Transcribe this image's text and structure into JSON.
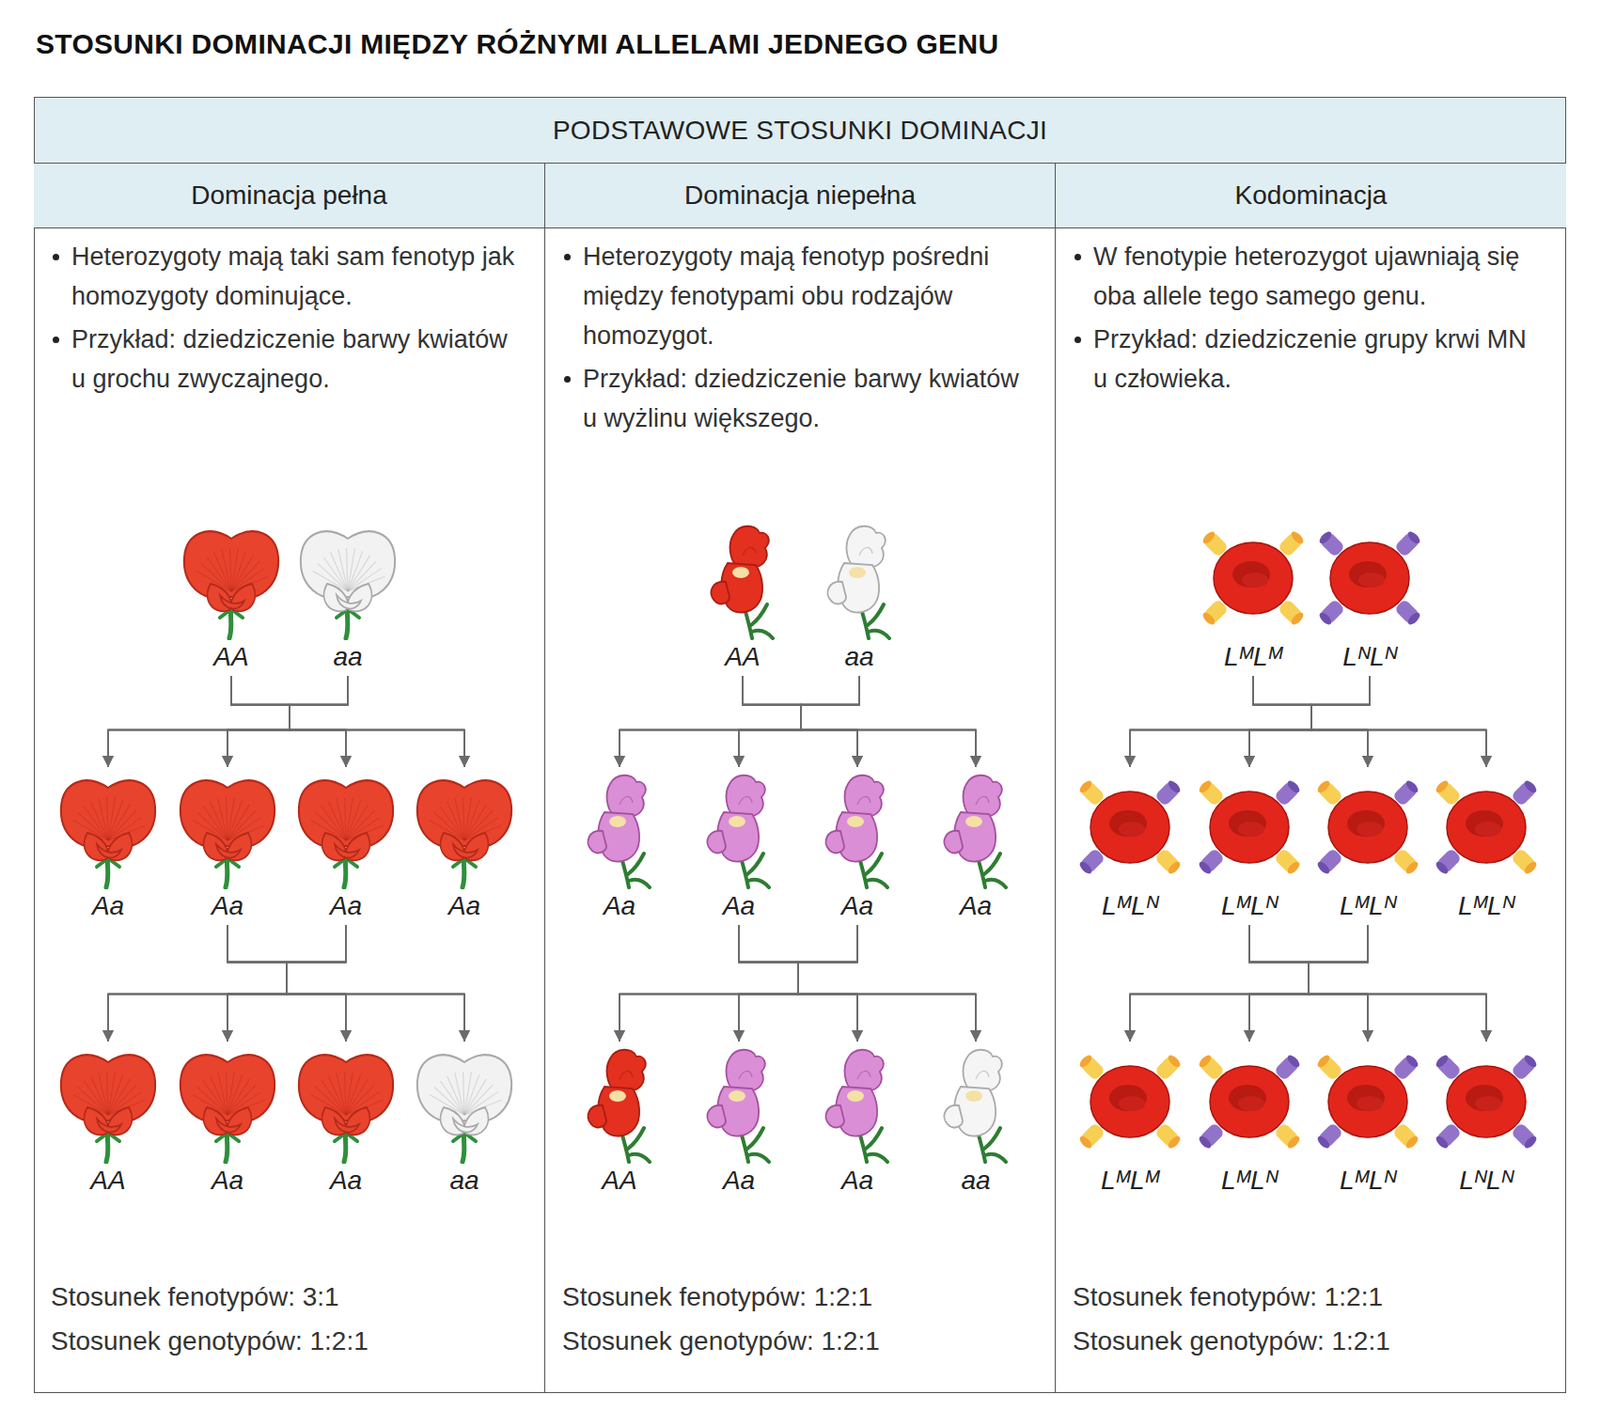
{
  "diagram": {
    "title": "STOSUNKI DOMINACJI MIĘDZY RÓŻNYMI ALLELAMI JEDNEGO GENU",
    "nodes": [
      {
        "text": [
          "PODSTAWOWE STOSUNKI DOMINACJI"
        ]
      },
      {
        "text": [
          "Dominacja pełna",
          "Heterozygoty mają taki sam fenotyp jak homozygoty dominujące.",
          "Przykład: dziedziczenie barwy kwiatów u grochu zwyczajnego.",
          "Stosunek fenotypów: 3:1",
          "Stosunek genotypów: 1:2:1"
        ]
      },
      {
        "text": [
          "Dominacja niepełna",
          "Heterozygoty mają fenotyp pośredni między fenotypami obu rodzajów homozygot.",
          "Przykład: dziedziczenie barwy kwiatów u wyżlinu większego.",
          "Stosunek fenotypów: 1:2:1",
          "Stosunek genotypów: 1:2:1"
        ]
      },
      {
        "text": [
          "Kodominacja",
          "W fenotypie heterozygot ujawniają się oba allele tego samego genu.",
          "Przykład: dziedziczenie grupy krwi MN u człowieka.",
          "Stosunek fenotypów: 1:2:1",
          "Stosunek genotypów: 1:2:1"
        ]
      },
      {
        "text": [
          "AA"
        ],
        "in": 1
      },
      {
        "text": [
          "aa"
        ],
        "in": 1
      },
      {
        "text": [
          "Aa"
        ],
        "in": 1
      },
      {
        "text": [
          "Aa"
        ],
        "in": 1
      },
      {
        "text": [
          "Aa"
        ],
        "in": 1
      },
      {
        "text": [
          "Aa"
        ],
        "in": 1
      },
      {
        "text": [
          "AA"
        ],
        "in": 1
      },
      {
        "text": [
          "Aa"
        ],
        "in": 1
      },
      {
        "text": [
          "Aa"
        ],
        "in": 1
      },
      {
        "text": [
          "aa"
        ],
        "in": 1
      },
      {
        "text": [
          "AA"
        ],
        "in": 2
      },
      {
        "text": [
          "aa"
        ],
        "in": 2
      },
      {
        "text": [
          "Aa"
        ],
        "in": 2
      },
      {
        "text": [
          "Aa"
        ],
        "in": 2
      },
      {
        "text": [
          "Aa"
        ],
        "in": 2
      },
      {
        "text": [
          "Aa"
        ],
        "in": 2
      },
      {
        "text": [
          "AA"
        ],
        "in": 2
      },
      {
        "text": [
          "Aa"
        ],
        "in": 2
      },
      {
        "text": [
          "Aa"
        ],
        "in": 2
      },
      {
        "text": [
          "aa"
        ],
        "in": 2
      },
      {
        "text": [
          "LᴹLᴹ"
        ],
        "in": 3
      },
      {
        "text": [
          "LᴺLᴺ"
        ],
        "in": 3
      },
      {
        "text": [
          "LᴹLᴺ"
        ],
        "in": 3
      },
      {
        "text": [
          "LᴹLᴺ"
        ],
        "in": 3
      },
      {
        "text": [
          "LᴹLᴺ"
        ],
        "in": 3
      },
      {
        "text": [
          "LᴹLᴺ"
        ],
        "in": 3
      },
      {
        "text": [
          "LᴹLᴹ"
        ],
        "in": 3
      },
      {
        "text": [
          "LᴹLᴺ"
        ],
        "in": 3
      },
      {
        "text": [
          "LᴹLᴺ"
        ],
        "in": 3
      },
      {
        "text": [
          "LᴺLᴺ"
        ],
        "in": 3
      }
    ],
    "edges": [
      {
        "from": 4,
        "to": 6,
        "arrow": "to"
      },
      {
        "from": 4,
        "to": 7,
        "arrow": "to"
      },
      {
        "from": 4,
        "to": 8,
        "arrow": "to"
      },
      {
        "from": 4,
        "to": 9,
        "arrow": "to"
      },
      {
        "from": 5,
        "to": 6,
        "arrow": "to"
      },
      {
        "from": 5,
        "to": 7,
        "arrow": "to"
      },
      {
        "from": 5,
        "to": 8,
        "arrow": "to"
      },
      {
        "from": 5,
        "to": 9,
        "arrow": "to"
      },
      {
        "from": 7,
        "to": 10,
        "arrow": "to"
      },
      {
        "from": 7,
        "to": 11,
        "arrow": "to"
      },
      {
        "from": 7,
        "to": 12,
        "arrow": "to"
      },
      {
        "from": 7,
        "to": 13,
        "arrow": "to"
      },
      {
        "from": 8,
        "to": 10,
        "arrow": "to"
      },
      {
        "from": 8,
        "to": 11,
        "arrow": "to"
      },
      {
        "from": 8,
        "to": 12,
        "arrow": "to"
      },
      {
        "from": 8,
        "to": 13,
        "arrow": "to"
      },
      {
        "from": 14,
        "to": 16,
        "arrow": "to"
      },
      {
        "from": 14,
        "to": 17,
        "arrow": "to"
      },
      {
        "from": 14,
        "to": 18,
        "arrow": "to"
      },
      {
        "from": 14,
        "to": 19,
        "arrow": "to"
      },
      {
        "from": 15,
        "to": 16,
        "arrow": "to"
      },
      {
        "from": 15,
        "to": 17,
        "arrow": "to"
      },
      {
        "from": 15,
        "to": 18,
        "arrow": "to"
      },
      {
        "from": 15,
        "to": 19,
        "arrow": "to"
      },
      {
        "from": 17,
        "to": 20,
        "arrow": "to"
      },
      {
        "from": 17,
        "to": 21,
        "arrow": "to"
      },
      {
        "from": 17,
        "to": 22,
        "arrow": "to"
      },
      {
        "from": 17,
        "to": 23,
        "arrow": "to"
      },
      {
        "from": 18,
        "to": 20,
        "arrow": "to"
      },
      {
        "from": 18,
        "to": 21,
        "arrow": "to"
      },
      {
        "from": 18,
        "to": 22,
        "arrow": "to"
      },
      {
        "from": 18,
        "to": 23,
        "arrow": "to"
      },
      {
        "from": 24,
        "to": 26,
        "arrow": "to"
      },
      {
        "from": 24,
        "to": 27,
        "arrow": "to"
      },
      {
        "from": 24,
        "to": 28,
        "arrow": "to"
      },
      {
        "from": 24,
        "to": 29,
        "arrow": "to"
      },
      {
        "from": 25,
        "to": 26,
        "arrow": "to"
      },
      {
        "from": 25,
        "to": 27,
        "arrow": "to"
      },
      {
        "from": 25,
        "to": 28,
        "arrow": "to"
      },
      {
        "from": 25,
        "to": 29,
        "arrow": "to"
      },
      {
        "from": 27,
        "to": 30,
        "arrow": "to"
      },
      {
        "from": 27,
        "to": 31,
        "arrow": "to"
      },
      {
        "from": 27,
        "to": 32,
        "arrow": "to"
      },
      {
        "from": 27,
        "to": 33,
        "arrow": "to"
      },
      {
        "from": 28,
        "to": 30,
        "arrow": "to"
      },
      {
        "from": 28,
        "to": 31,
        "arrow": "to"
      },
      {
        "from": 28,
        "to": 32,
        "arrow": "to"
      },
      {
        "from": 28,
        "to": 33,
        "arrow": "to"
      }
    ]
  }
}
